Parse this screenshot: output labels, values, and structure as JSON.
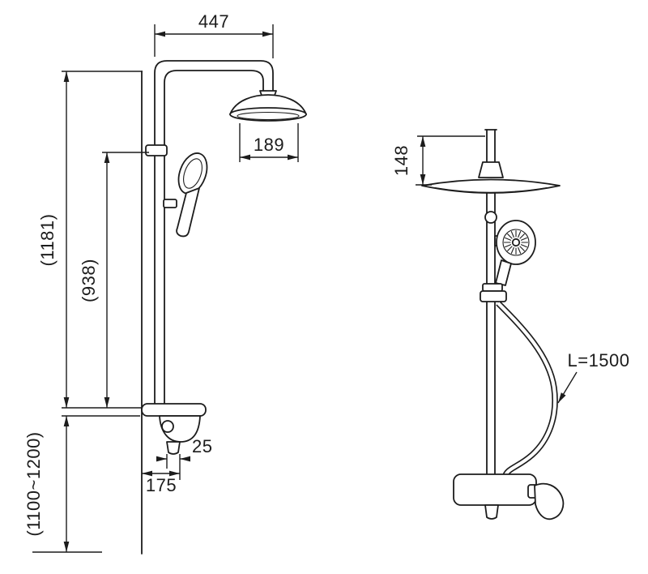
{
  "drawing": {
    "type": "technical-dimension-drawing",
    "subject": "shower-column-system",
    "colors": {
      "line": "#1c1c1c",
      "background": "#ffffff"
    },
    "views": {
      "front": {
        "dims": {
          "top_width": "447",
          "head_width": "189",
          "overall_height": "(1181)",
          "slidebar_height": "(938)",
          "install_height": "(1100~1200)",
          "spout_width": "25",
          "spout_offset": "175"
        }
      },
      "side": {
        "dims": {
          "head_depth": "148",
          "hose_length": "L=1500"
        }
      }
    }
  }
}
